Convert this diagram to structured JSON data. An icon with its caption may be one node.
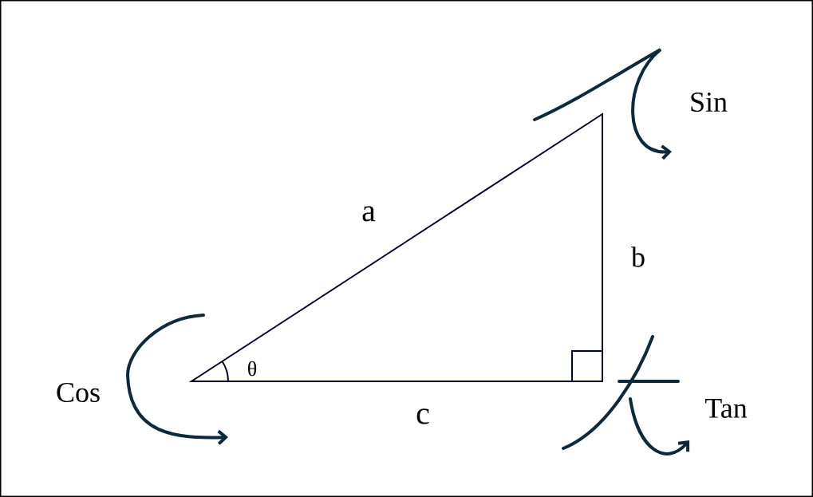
{
  "diagram": {
    "labels": [
      "Sin",
      "a",
      "b",
      "Cos",
      "θ",
      "c",
      "Tan"
    ]
  }
}
